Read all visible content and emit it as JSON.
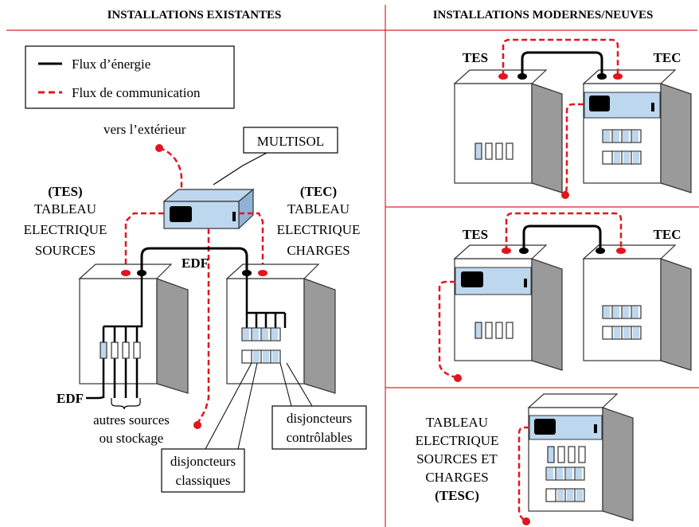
{
  "headers": {
    "left": "INSTALLATIONS EXISTANTES",
    "right": "INSTALLATIONS MODERNES/NEUVES"
  },
  "legend": {
    "energy": "Flux d’énergie",
    "communication": "Flux de communication"
  },
  "left_panel": {
    "outside": "vers l’extérieur",
    "multisol": "MULTISOL",
    "tes_abbr": "(TES)",
    "tes_lines": [
      "TABLEAU",
      "ELECTRIQUE",
      "SOURCES"
    ],
    "tec_abbr": "(TEC)",
    "tec_lines": [
      "TABLEAU",
      "ELECTRIQUE",
      "CHARGES"
    ],
    "edf_top": "EDF",
    "edf_bottom": "EDF",
    "other_sources": [
      "autres sources",
      "ou stockage"
    ],
    "breakers_classic": [
      "disjoncteurs",
      "classiques"
    ],
    "breakers_controllable": [
      "disjoncteurs",
      "contrôlables"
    ]
  },
  "right_panels": {
    "top": {
      "tes": "TES",
      "tec": "TEC"
    },
    "middle": {
      "tes": "TES",
      "tec": "TEC"
    },
    "bottom": {
      "lines": [
        "TABLEAU",
        "ELECTRIQUE",
        "SOURCES ET",
        "CHARGES"
      ],
      "abbr": "(TESC)"
    }
  },
  "colors": {
    "divider": "#d9262c",
    "comm": "#e0161e",
    "blue": "#bdd7ee",
    "blue_dark": "#a9c8e6",
    "cabinet_side": "#9a9a9a",
    "stroke": "#333333"
  },
  "icons": {
    "multisol": "multisol-device-icon",
    "cabinet": "electrical-cabinet-icon",
    "breaker": "circuit-breaker-icon"
  }
}
